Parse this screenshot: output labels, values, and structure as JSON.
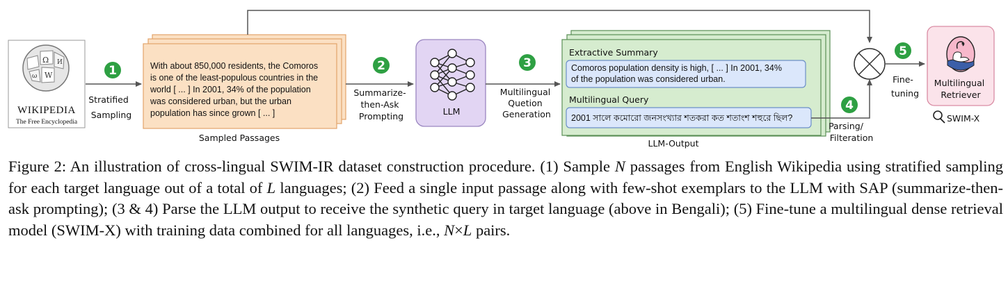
{
  "wikipedia": {
    "wordmark": "WIKIPEDIA",
    "tagline": "The Free Encyclopedia"
  },
  "steps": [
    "1",
    "2",
    "3",
    "4",
    "5"
  ],
  "edge_labels": {
    "stratified": [
      "Stratified",
      "Sampling"
    ],
    "sap": [
      "Summarize-",
      "then-Ask",
      "Prompting"
    ],
    "mqg": [
      "Multilingual",
      "Quetion",
      "Generation"
    ],
    "parsing": [
      "Parsing/",
      "Filteration"
    ],
    "finetune": [
      "Fine-",
      "tuning"
    ]
  },
  "passage": {
    "lines": [
      "With about 850,000 residents, the Comoros",
      "is one of the least-populous countries in the",
      "world [ ... ] In 2001, 34% of the population",
      "was considered urban, but the urban",
      "population has since grown [ ... ]"
    ],
    "caption": "Sampled Passages"
  },
  "llm": {
    "label": "LLM"
  },
  "output": {
    "summary_title": "Extractive Summary",
    "summary_lines": [
      "Comoros population density is high, [ ... ] In 2001, 34%",
      "of the population was considered urban."
    ],
    "query_title": "Multilingual Query",
    "query_text": "2001 সালে কমোরো জনসংখ্যার শতকরা কত শতাংশ শহুরে ছিল?",
    "caption": "LLM-Output"
  },
  "retriever": {
    "lines": [
      "Multilingual",
      "Retriever"
    ],
    "name": "SWIM-X"
  },
  "caption_parts": {
    "p1": "Figure 2: An illustration of cross-lingual SWIM-IR dataset construction procedure. (1) Sample ",
    "N1": "N",
    "p2": " passages from English Wikipedia using stratified sampling for each target language out of a total of ",
    "L1": "L",
    "p3": " languages; (2) Feed a single input passage along with few-shot exemplars to the LLM with SAP (summarize-then-ask prompting); (3 & 4) Parse the LLM output to receive the synthetic query in target language (above in Bengali); (5) Fine-tune a multilingual dense retrieval model (SWIM-X) with training data combined for all languages, i.e., ",
    "N2": "N",
    "times": "×",
    "L2": "L",
    "p4": " pairs."
  },
  "colors": {
    "passage_fill": "#fbe0c3",
    "passage_stroke": "#e2a36a",
    "llm_fill": "#e2d5f3",
    "llm_stroke": "#9a86c0",
    "output_fill": "#d6eccf",
    "output_stroke": "#5a8f56",
    "inner_box_fill": "#dbe7fb",
    "inner_box_stroke": "#6b8fc8",
    "step_green": "#2ea043",
    "retriever_fill": "#fbe3ea",
    "retriever_stroke": "#d98ba3"
  }
}
